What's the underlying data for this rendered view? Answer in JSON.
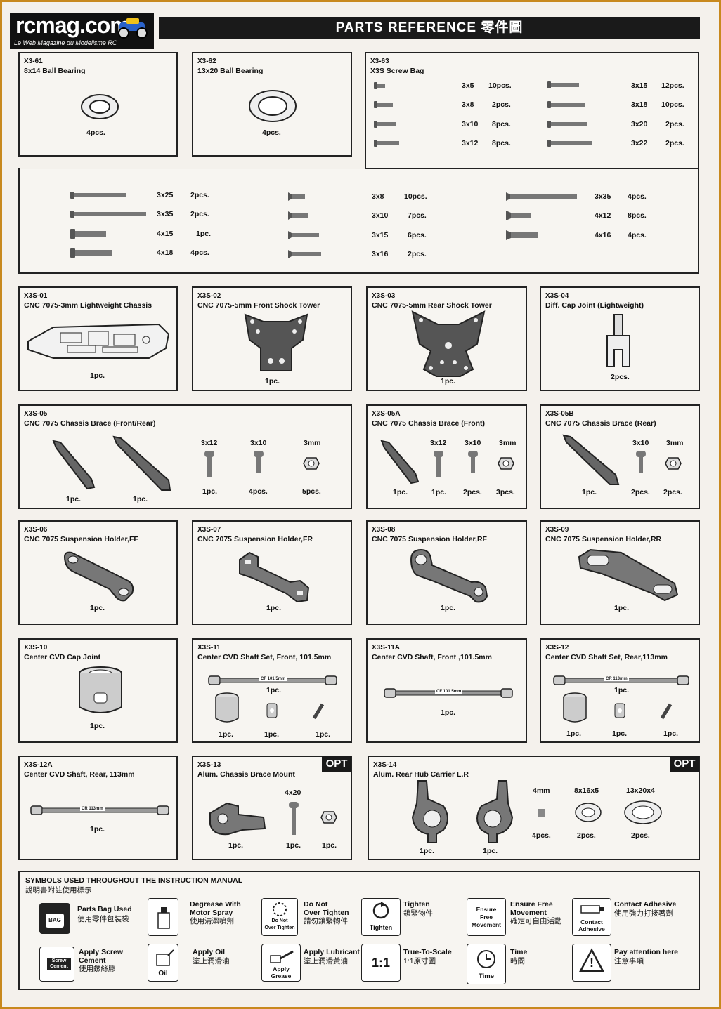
{
  "logo": {
    "text": "rcmag.com",
    "tagline": "Le Web Magazine du Modelisme RC"
  },
  "header": {
    "title": "PARTS REFERENCE 零件圖"
  },
  "x361": {
    "code": "X3-61",
    "name": "8x14 Ball Bearing",
    "qty": "4pcs."
  },
  "x362": {
    "code": "X3-62",
    "name": "13x20 Ball Bearing",
    "qty": "4pcs."
  },
  "x363": {
    "code": "X3-63",
    "name": "X3S Screw Bag",
    "left": [
      {
        "size": "3x5",
        "qty": "10pcs."
      },
      {
        "size": "3x8",
        "qty": "2pcs."
      },
      {
        "size": "3x10",
        "qty": "8pcs."
      },
      {
        "size": "3x12",
        "qty": "8pcs."
      }
    ],
    "right": [
      {
        "size": "3x15",
        "qty": "12pcs."
      },
      {
        "size": "3x18",
        "qty": "10pcs."
      },
      {
        "size": "3x20",
        "qty": "2pcs."
      },
      {
        "size": "3x22",
        "qty": "2pcs."
      }
    ]
  },
  "bag2": {
    "a": [
      {
        "size": "3x25",
        "qty": "2pcs."
      },
      {
        "size": "3x35",
        "qty": "2pcs."
      },
      {
        "size": "4x15",
        "qty": "1pc."
      },
      {
        "size": "4x18",
        "qty": "4pcs."
      }
    ],
    "b": [
      {
        "size": "3x8",
        "qty": "10pcs."
      },
      {
        "size": "3x10",
        "qty": "7pcs."
      },
      {
        "size": "3x15",
        "qty": "6pcs."
      },
      {
        "size": "3x16",
        "qty": "2pcs."
      }
    ],
    "c": [
      {
        "size": "3x35",
        "qty": "4pcs."
      },
      {
        "size": "4x12",
        "qty": "8pcs."
      },
      {
        "size": "4x16",
        "qty": "4pcs."
      }
    ]
  },
  "p01": {
    "code": "X3S-01",
    "name": "CNC 7075-3mm Lightweight Chassis",
    "qty": "1pc."
  },
  "p02": {
    "code": "X3S-02",
    "name": "CNC 7075-5mm Front Shock Tower",
    "qty": "1pc."
  },
  "p03": {
    "code": "X3S-03",
    "name": "CNC 7075-5mm Rear Shock Tower",
    "qty": "1pc."
  },
  "p04": {
    "code": "X3S-04",
    "name": "Diff. Cap Joint (Lightweight)",
    "qty": "2pcs."
  },
  "p05": {
    "code": "X3S-05",
    "name": "CNC 7075 Chassis Brace (Front/Rear)",
    "qty1": "1pc.",
    "qty2": "1pc.",
    "s1": "3x12",
    "q1": "1pc.",
    "s2": "3x10",
    "q2": "4pcs.",
    "s3": "3mm",
    "q3": "5pcs."
  },
  "p05a": {
    "code": "X3S-05A",
    "name": "CNC 7075 Chassis Brace (Front)",
    "qty": "1pc.",
    "s1": "3x12",
    "q1": "1pc.",
    "s2": "3x10",
    "q2": "2pcs.",
    "s3": "3mm",
    "q3": "3pcs."
  },
  "p05b": {
    "code": "X3S-05B",
    "name": "CNC 7075 Chassis Brace (Rear)",
    "qty": "1pc.",
    "s2": "3x10",
    "q2": "2pcs.",
    "s3": "3mm",
    "q3": "2pcs."
  },
  "p06": {
    "code": "X3S-06",
    "name": "CNC 7075 Suspension Holder,FF",
    "qty": "1pc."
  },
  "p07": {
    "code": "X3S-07",
    "name": "CNC 7075 Suspension Holder,FR",
    "qty": "1pc."
  },
  "p08": {
    "code": "X3S-08",
    "name": "CNC 7075 Suspension Holder,RF",
    "qty": "1pc."
  },
  "p09": {
    "code": "X3S-09",
    "name": "CNC 7075 Suspension Holder,RR",
    "qty": "1pc."
  },
  "p10": {
    "code": "X3S-10",
    "name": "Center CVD Cap Joint",
    "qty": "1pc."
  },
  "p11": {
    "code": "X3S-11",
    "name": "Center CVD Shaft Set, Front, 101.5mm",
    "shaft_label": "CF 101.5mm",
    "qty": "1pc.",
    "qa": "1pc.",
    "qb": "1pc.",
    "qc": "1pc."
  },
  "p11a": {
    "code": "X3S-11A",
    "name": "Center CVD Shaft, Front ,101.5mm",
    "shaft_label": "CF 101.5mm",
    "qty": "1pc."
  },
  "p12": {
    "code": "X3S-12",
    "name": "Center CVD Shaft Set, Rear,113mm",
    "shaft_label": "CR 113mm",
    "qty": "1pc.",
    "qa": "1pc.",
    "qb": "1pc.",
    "qc": "1pc."
  },
  "p12a": {
    "code": "X3S-12A",
    "name": "Center CVD Shaft, Rear, 113mm",
    "shaft_label": "CR 113mm",
    "qty": "1pc."
  },
  "p13": {
    "code": "X3S-13",
    "name": "Alum. Chassis Brace Mount",
    "opt": "OPT",
    "qty": "1pc.",
    "s1": "4x20",
    "q1": "1pc.",
    "q2": "1pc."
  },
  "p14": {
    "code": "X3S-14",
    "name": "Alum. Rear Hub Carrier L.R",
    "opt": "OPT",
    "qL": "1pc.",
    "qR": "1pc.",
    "s1": "4mm",
    "q1": "4pcs.",
    "s2": "8x16x5",
    "q2": "2pcs.",
    "s3": "13x20x4",
    "q3": "2pcs."
  },
  "symbols": {
    "title": "SYMBOLS USED THROUGHOUT THE INSTRUCTION MANUAL",
    "title_cn": "說明書附註使用標示",
    "s1": {
      "icon": "BAG",
      "en": "Parts Bag Used",
      "cn": "使用零件包裝袋"
    },
    "s2": {
      "en1": "Degrease With",
      "en2": "Motor Spray",
      "cn": "使用清潔噴劑"
    },
    "s3": {
      "icon1": "Do Not",
      "icon2": "Over Tighten",
      "en1": "Do Not",
      "en2": "Over Tighten",
      "cn": "請勿鎖緊物件"
    },
    "s4": {
      "icon": "Tighten",
      "en": "Tighten",
      "cn": "鎖緊物件"
    },
    "s5": {
      "icon1": "Ensure",
      "icon2": "Free",
      "icon3": "Movement",
      "en1": "Ensure Free",
      "en2": "Movement",
      "cn": "確定可自由活動"
    },
    "s6": {
      "icon1": "Contact",
      "icon2": "Adhesive",
      "en": "Contact  Adhesive",
      "cn": "使用強力打接著劑"
    },
    "s7": {
      "icon1": "Screw",
      "icon2": "Cement",
      "en1": "Apply Screw",
      "en2": "Cement",
      "cn": "使用螺絲膠"
    },
    "s8": {
      "icon": "Oil",
      "en": "Apply Oil",
      "cn": "塗上潤滑油"
    },
    "s9": {
      "icon1": "Apply",
      "icon2": "Grease",
      "en": "Apply Lubricant",
      "cn": "塗上潤滑黃油"
    },
    "s10": {
      "icon": "1:1",
      "en": "True-To-Scale",
      "cn": "1:1原寸圖"
    },
    "s11": {
      "icon": "Time",
      "en": "Time",
      "cn": "時間"
    },
    "s12": {
      "icon": "!",
      "en": "Pay attention here",
      "cn": "注意事項"
    }
  }
}
